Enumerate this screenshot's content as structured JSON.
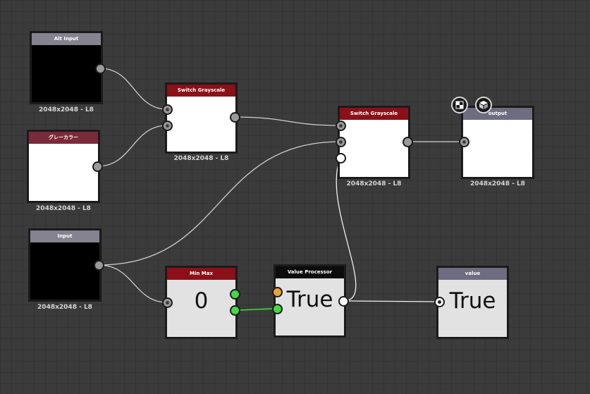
{
  "nodes": {
    "alt_input": {
      "title": "Alt Input",
      "caption": "2048x2048 - L8"
    },
    "gray_color": {
      "title": "グレーカラー",
      "caption": "2048x2048 - L8"
    },
    "input": {
      "title": "Input",
      "caption": "2048x2048 - L8"
    },
    "switch_grayscale_1": {
      "title": "Switch Grayscale",
      "caption": "2048x2048 - L8"
    },
    "switch_grayscale_2": {
      "title": "Switch Grayscale",
      "caption": "2048x2048 - L8"
    },
    "output": {
      "title": "output",
      "caption": "2048x2048 - L8"
    },
    "min_max": {
      "title": "Min Max",
      "value": "0"
    },
    "value_processor": {
      "title": "Value Processor",
      "value": "True"
    },
    "value": {
      "title": "value",
      "value": "True"
    }
  },
  "colors": {
    "canvas": "#3b3b3b",
    "wire": "#d0d0d0",
    "wire_bool": "#42d942",
    "title_red": "#8c1018",
    "title_gray": "#85838f"
  },
  "icons": [
    "checker-view-icon",
    "cube-view-icon"
  ]
}
